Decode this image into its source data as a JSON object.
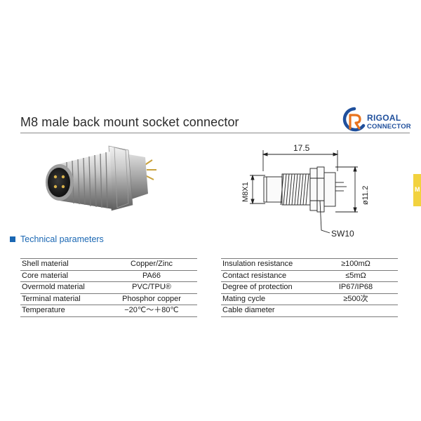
{
  "title": "M8 male back mount socket connector",
  "logo": {
    "line1": "RIGOAL",
    "line2": "CONNECTOR",
    "blue": "#1f4f9c",
    "orange": "#e8731e"
  },
  "side_tab_letter": "M",
  "drawing": {
    "length": "17.5",
    "thread": "M8X1",
    "diameter": "ø11.2",
    "wrench": "SW10"
  },
  "section_title": "Technical parameters",
  "params_left": [
    {
      "name": "Shell material",
      "value": "Copper/Zinc"
    },
    {
      "name": "Core material",
      "value": "PA66"
    },
    {
      "name": "Overmold material",
      "value": "PVC/TPU®"
    },
    {
      "name": "Terminal material",
      "value": "Phosphor copper"
    },
    {
      "name": "Temperature",
      "value": "−20℃～＋80℃"
    }
  ],
  "params_right": [
    {
      "name": "Insulation resistance",
      "value": "≥100mΩ"
    },
    {
      "name": "Contact resistance",
      "value": "≤5mΩ"
    },
    {
      "name": "Degree of protection",
      "value": "IP67/IP68"
    },
    {
      "name": "Mating cycle",
      "value": "≥500次"
    },
    {
      "name": "Cable diameter",
      "value": ""
    }
  ]
}
